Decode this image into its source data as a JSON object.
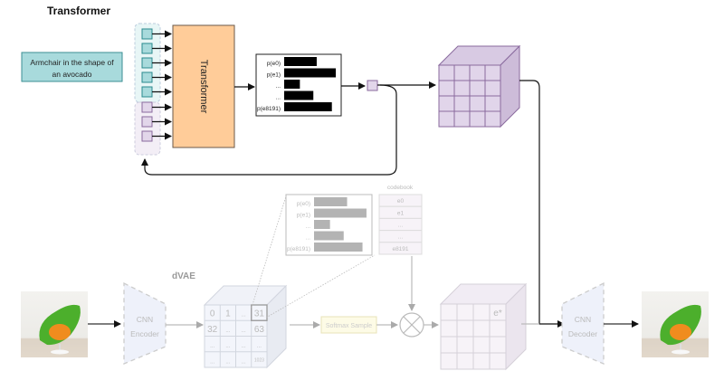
{
  "titles": {
    "transformer_section": "Transformer",
    "dvae_section": "dVAE"
  },
  "prompt": {
    "text_line1": "Armchair in the shape of",
    "text_line2": "an avocado"
  },
  "transformer_block": {
    "label": "Transformer",
    "text_token_count": 5,
    "image_token_count": 3
  },
  "probability_box": {
    "labels": [
      "p(e0)",
      "p(e1)",
      "...",
      "...",
      "p(e8191)"
    ],
    "relative_lengths": [
      0.58,
      0.92,
      0.28,
      0.52,
      0.85
    ]
  },
  "faded_probability_box": {
    "labels": [
      "p(e0)",
      "p(e1)",
      "...",
      "...",
      "p(e8191)"
    ],
    "relative_lengths": [
      0.58,
      0.92,
      0.28,
      0.52,
      0.85
    ]
  },
  "codebook": {
    "title": "codebook",
    "entries": [
      "e0",
      "e1",
      "...",
      "...",
      "e8191"
    ]
  },
  "dvae_grid": {
    "cells": [
      [
        "0",
        "1",
        "...",
        "31"
      ],
      [
        "32",
        "...",
        "...",
        "63"
      ],
      [
        "...",
        "...",
        "...",
        "..."
      ],
      [
        "...",
        "...",
        "...",
        "1023"
      ]
    ]
  },
  "encoder": {
    "line1": "CNN",
    "line2": "Encoder"
  },
  "decoder": {
    "line1": "CNN",
    "line2": "Decoder"
  },
  "softmax": {
    "label": "Softmax Sample"
  },
  "embedding_cube": {
    "label": "e*"
  },
  "colors": {
    "text_token": "#a8dadc",
    "text_token_stroke": "#2a8a8e",
    "image_token": "#e2d6ea",
    "image_token_stroke": "#8a6a9e",
    "transformer_fill": "#ffcc99",
    "transformer_stroke": "#6b5a4a",
    "cube_fill": "#e1d5ea",
    "cube_side": "#cdbcd9",
    "cube_top": "#d8cae3",
    "cube_stroke": "#8a6a9e"
  }
}
